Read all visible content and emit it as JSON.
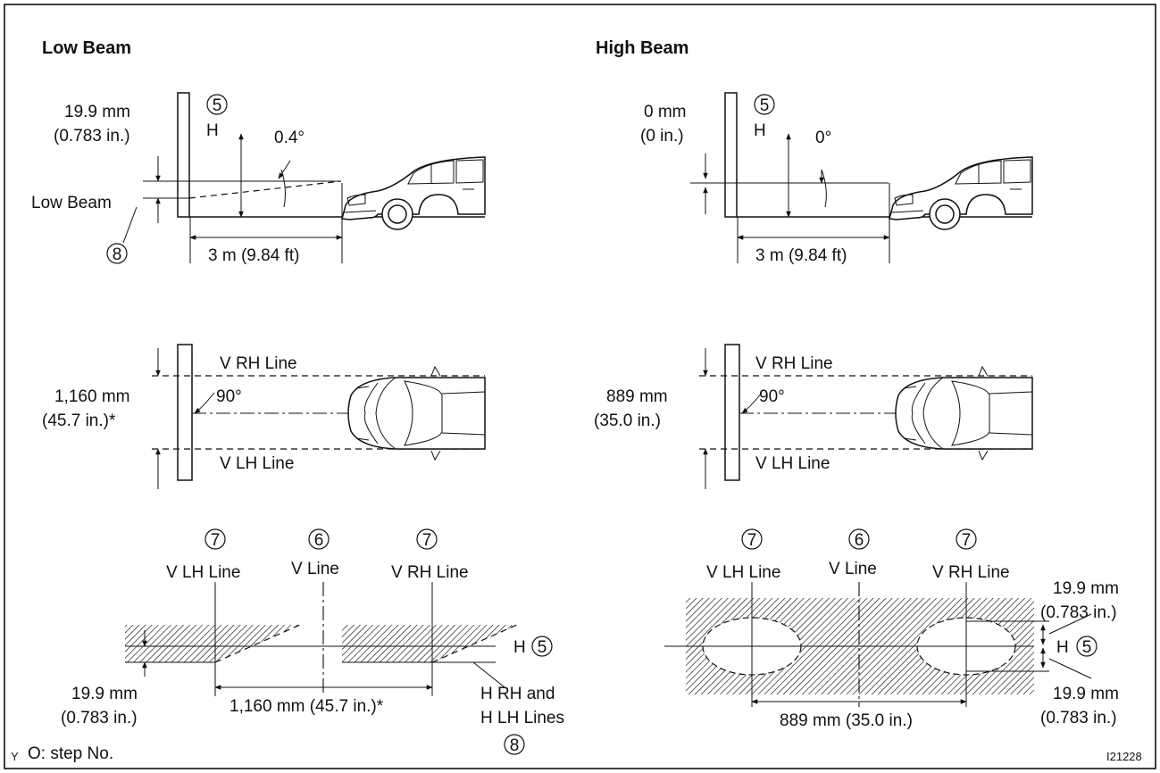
{
  "low_beam": {
    "title": "Low Beam",
    "side": {
      "offset_mm": "19.9 mm",
      "offset_in": "(0.783 in.)",
      "step_h": "5",
      "h_label": "H",
      "angle": "0.4°",
      "beam_label": "Low Beam",
      "step_8": "8",
      "distance": "3 m (9.84 ft)"
    },
    "top": {
      "v_rh": "V RH Line",
      "v_lh": "V LH Line",
      "angle": "90°",
      "width_mm": "1,160 mm",
      "width_in": "(45.7 in.)*"
    },
    "screen": {
      "step_7a": "7",
      "step_6": "6",
      "step_7b": "7",
      "v_lh": "V LH Line",
      "v_line": "V Line",
      "v_rh": "V RH Line",
      "h_label": "H",
      "step_5": "5",
      "offset_mm": "19.9 mm",
      "offset_in": "(0.783 in.)",
      "spacing": "1,160 mm (45.7 in.)*",
      "hrh_line1": "H RH and",
      "hrh_line2": "H LH Lines",
      "step_8": "8"
    }
  },
  "high_beam": {
    "title": "High Beam",
    "side": {
      "offset_mm": "0 mm",
      "offset_in": "(0 in.)",
      "step_h": "5",
      "h_label": "H",
      "angle": "0°",
      "distance": "3 m (9.84 ft)"
    },
    "top": {
      "v_rh": "V RH Line",
      "v_lh": "V LH Line",
      "angle": "90°",
      "width_mm": "889 mm",
      "width_in": "(35.0 in.)"
    },
    "screen": {
      "step_7a": "7",
      "step_6": "6",
      "step_7b": "7",
      "v_lh": "V LH Line",
      "v_line": "V Line",
      "v_rh": "V RH Line",
      "top_mm": "19.9 mm",
      "top_in": "(0.783 in.)",
      "h_label": "H",
      "step_5": "5",
      "bot_mm": "19.9 mm",
      "bot_in": "(0.783 in.)",
      "spacing": "889 mm (35.0 in.)"
    }
  },
  "footer": {
    "corner_mark": "Y",
    "legend": "O: step No.",
    "figure_id": "I21228"
  }
}
